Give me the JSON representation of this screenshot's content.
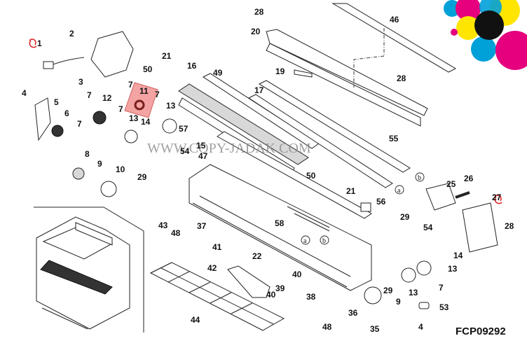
{
  "diagram": {
    "title": "Exploded parts diagram",
    "code": "FCP09292",
    "watermark": "WWW.COPY-JADAK.COM",
    "highlight_color": "#f4a3a3",
    "replacement_icon_color": "#e02020",
    "logo_colors": [
      "#00a0d8",
      "#e6007e",
      "#ffe500",
      "#111111"
    ],
    "callouts": [
      {
        "id": "c1",
        "text": "1"
      },
      {
        "id": "c2",
        "text": "2"
      },
      {
        "id": "c3",
        "text": "3"
      },
      {
        "id": "c4a",
        "text": "4"
      },
      {
        "id": "c5",
        "text": "5"
      },
      {
        "id": "c6",
        "text": "6"
      },
      {
        "id": "c7a",
        "text": "7"
      },
      {
        "id": "c7b",
        "text": "7"
      },
      {
        "id": "c7c",
        "text": "7"
      },
      {
        "id": "c7d",
        "text": "7"
      },
      {
        "id": "c7e",
        "text": "7"
      },
      {
        "id": "c8",
        "text": "8"
      },
      {
        "id": "c9a",
        "text": "9"
      },
      {
        "id": "c10",
        "text": "10"
      },
      {
        "id": "c11",
        "text": "11"
      },
      {
        "id": "c12",
        "text": "12"
      },
      {
        "id": "c13a",
        "text": "13"
      },
      {
        "id": "c13b",
        "text": "13"
      },
      {
        "id": "c14a",
        "text": "14"
      },
      {
        "id": "c15",
        "text": "15"
      },
      {
        "id": "c16",
        "text": "16"
      },
      {
        "id": "c17",
        "text": "17"
      },
      {
        "id": "c19",
        "text": "19"
      },
      {
        "id": "c20",
        "text": "20"
      },
      {
        "id": "c21a",
        "text": "21"
      },
      {
        "id": "c21b",
        "text": "21"
      },
      {
        "id": "c22",
        "text": "22"
      },
      {
        "id": "c25",
        "text": "25"
      },
      {
        "id": "c26",
        "text": "26"
      },
      {
        "id": "c27",
        "text": "27"
      },
      {
        "id": "c28a",
        "text": "28"
      },
      {
        "id": "c28b",
        "text": "28"
      },
      {
        "id": "c28c",
        "text": "28"
      },
      {
        "id": "c29a",
        "text": "29"
      },
      {
        "id": "c29b",
        "text": "29"
      },
      {
        "id": "c29c",
        "text": "29"
      },
      {
        "id": "c35",
        "text": "35"
      },
      {
        "id": "c36",
        "text": "36"
      },
      {
        "id": "c37",
        "text": "37"
      },
      {
        "id": "c38",
        "text": "38"
      },
      {
        "id": "c39",
        "text": "39"
      },
      {
        "id": "c40a",
        "text": "40"
      },
      {
        "id": "c40b",
        "text": "40"
      },
      {
        "id": "c41",
        "text": "41"
      },
      {
        "id": "c42",
        "text": "42"
      },
      {
        "id": "c43",
        "text": "43"
      },
      {
        "id": "c44",
        "text": "44"
      },
      {
        "id": "c46",
        "text": "46"
      },
      {
        "id": "c47",
        "text": "47"
      },
      {
        "id": "c48a",
        "text": "48"
      },
      {
        "id": "c48b",
        "text": "48"
      },
      {
        "id": "c49",
        "text": "49"
      },
      {
        "id": "c50a",
        "text": "50"
      },
      {
        "id": "c50b",
        "text": "50"
      },
      {
        "id": "c53",
        "text": "53"
      },
      {
        "id": "c54a",
        "text": "54"
      },
      {
        "id": "c54b",
        "text": "54"
      },
      {
        "id": "c55",
        "text": "55"
      },
      {
        "id": "c56",
        "text": "56"
      },
      {
        "id": "c57",
        "text": "57"
      },
      {
        "id": "c58",
        "text": "58"
      },
      {
        "id": "c13c",
        "text": "13"
      },
      {
        "id": "c13d",
        "text": "13"
      },
      {
        "id": "c14b",
        "text": "14"
      },
      {
        "id": "c7f",
        "text": "7"
      },
      {
        "id": "c9b",
        "text": "9"
      },
      {
        "id": "c4b",
        "text": "4"
      }
    ],
    "connectors": [
      {
        "id": "ra",
        "text": "a"
      },
      {
        "id": "rb",
        "text": "b"
      },
      {
        "id": "ra2",
        "text": "a"
      },
      {
        "id": "rb2",
        "text": "b"
      }
    ]
  }
}
